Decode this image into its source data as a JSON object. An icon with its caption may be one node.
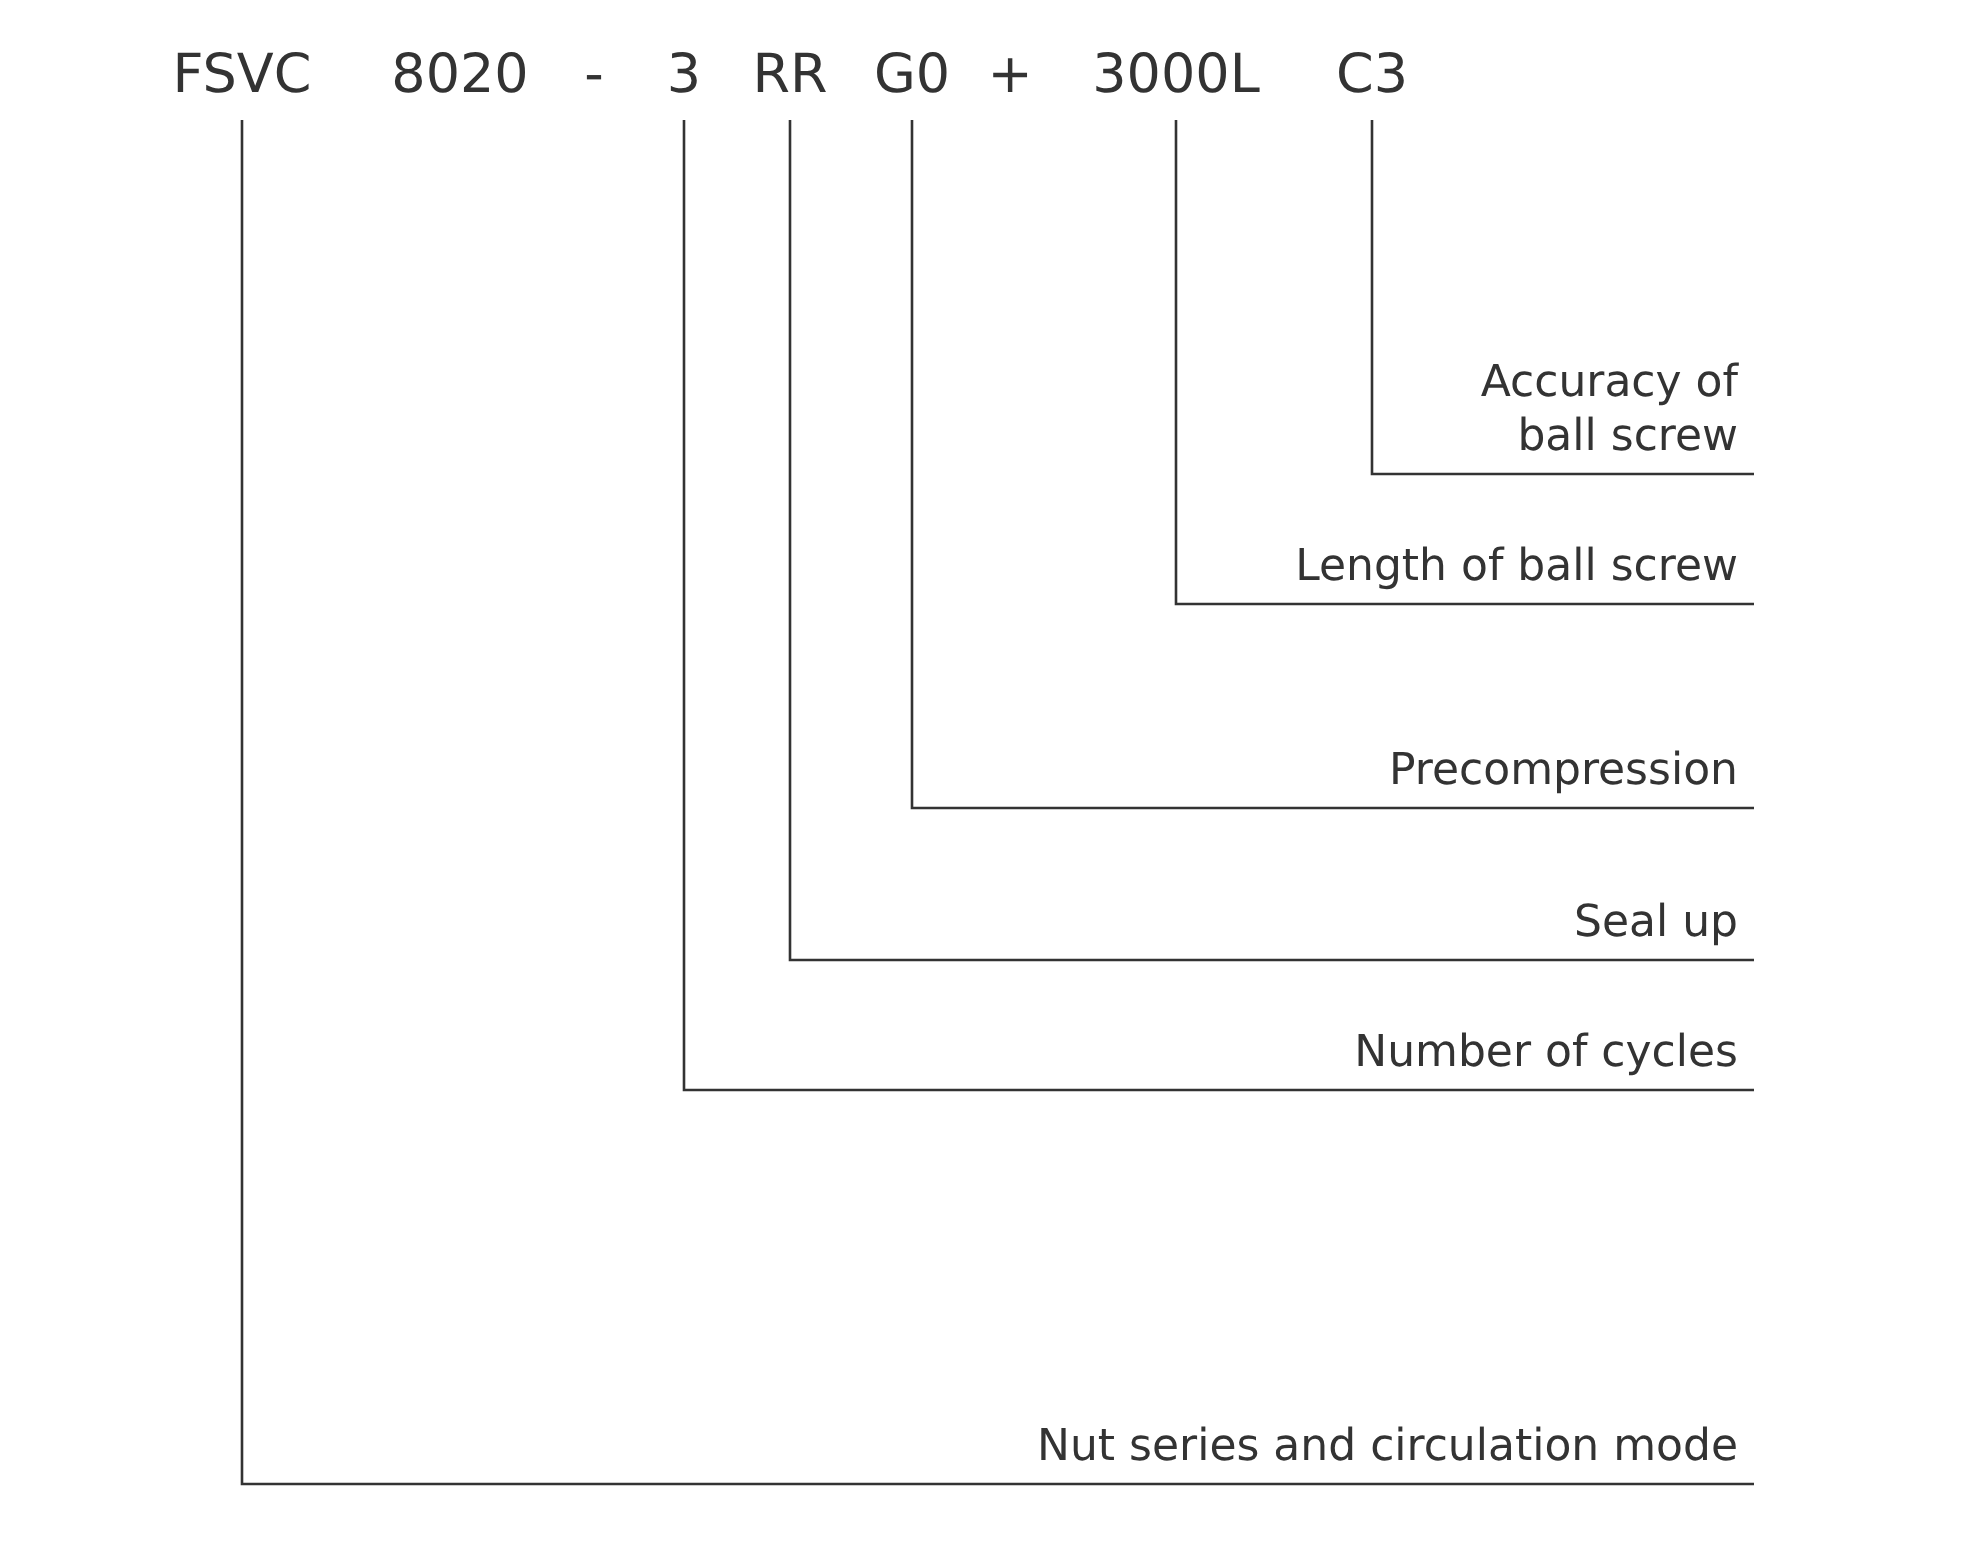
{
  "diagram": {
    "nodes": [
      {
        "text": [
          "FSVC"
        ]
      },
      {
        "text": [
          "3"
        ]
      },
      {
        "text": [
          "RR"
        ]
      },
      {
        "text": [
          "G0"
        ]
      },
      {
        "text": [
          "3000L"
        ]
      },
      {
        "text": [
          "C3"
        ]
      },
      {
        "text": [
          "Accuracy of ball screw"
        ]
      },
      {
        "text": [
          "Length of ball screw"
        ]
      },
      {
        "text": [
          "Precompression"
        ]
      },
      {
        "text": [
          "Seal up"
        ]
      },
      {
        "text": [
          "Number of cycles"
        ]
      },
      {
        "text": [
          "Nut series and circulation mode"
        ]
      }
    ],
    "edges": [
      {
        "from": 5,
        "to": 6,
        "arrow": "none"
      },
      {
        "from": 4,
        "to": 7,
        "arrow": "none"
      },
      {
        "from": 3,
        "to": 8,
        "arrow": "none"
      },
      {
        "from": 2,
        "to": 9,
        "arrow": "none"
      },
      {
        "from": 1,
        "to": 10,
        "arrow": "none"
      },
      {
        "from": 0,
        "to": 11,
        "arrow": "none"
      }
    ],
    "labels": [
      "8020",
      "-",
      "+"
    ]
  }
}
